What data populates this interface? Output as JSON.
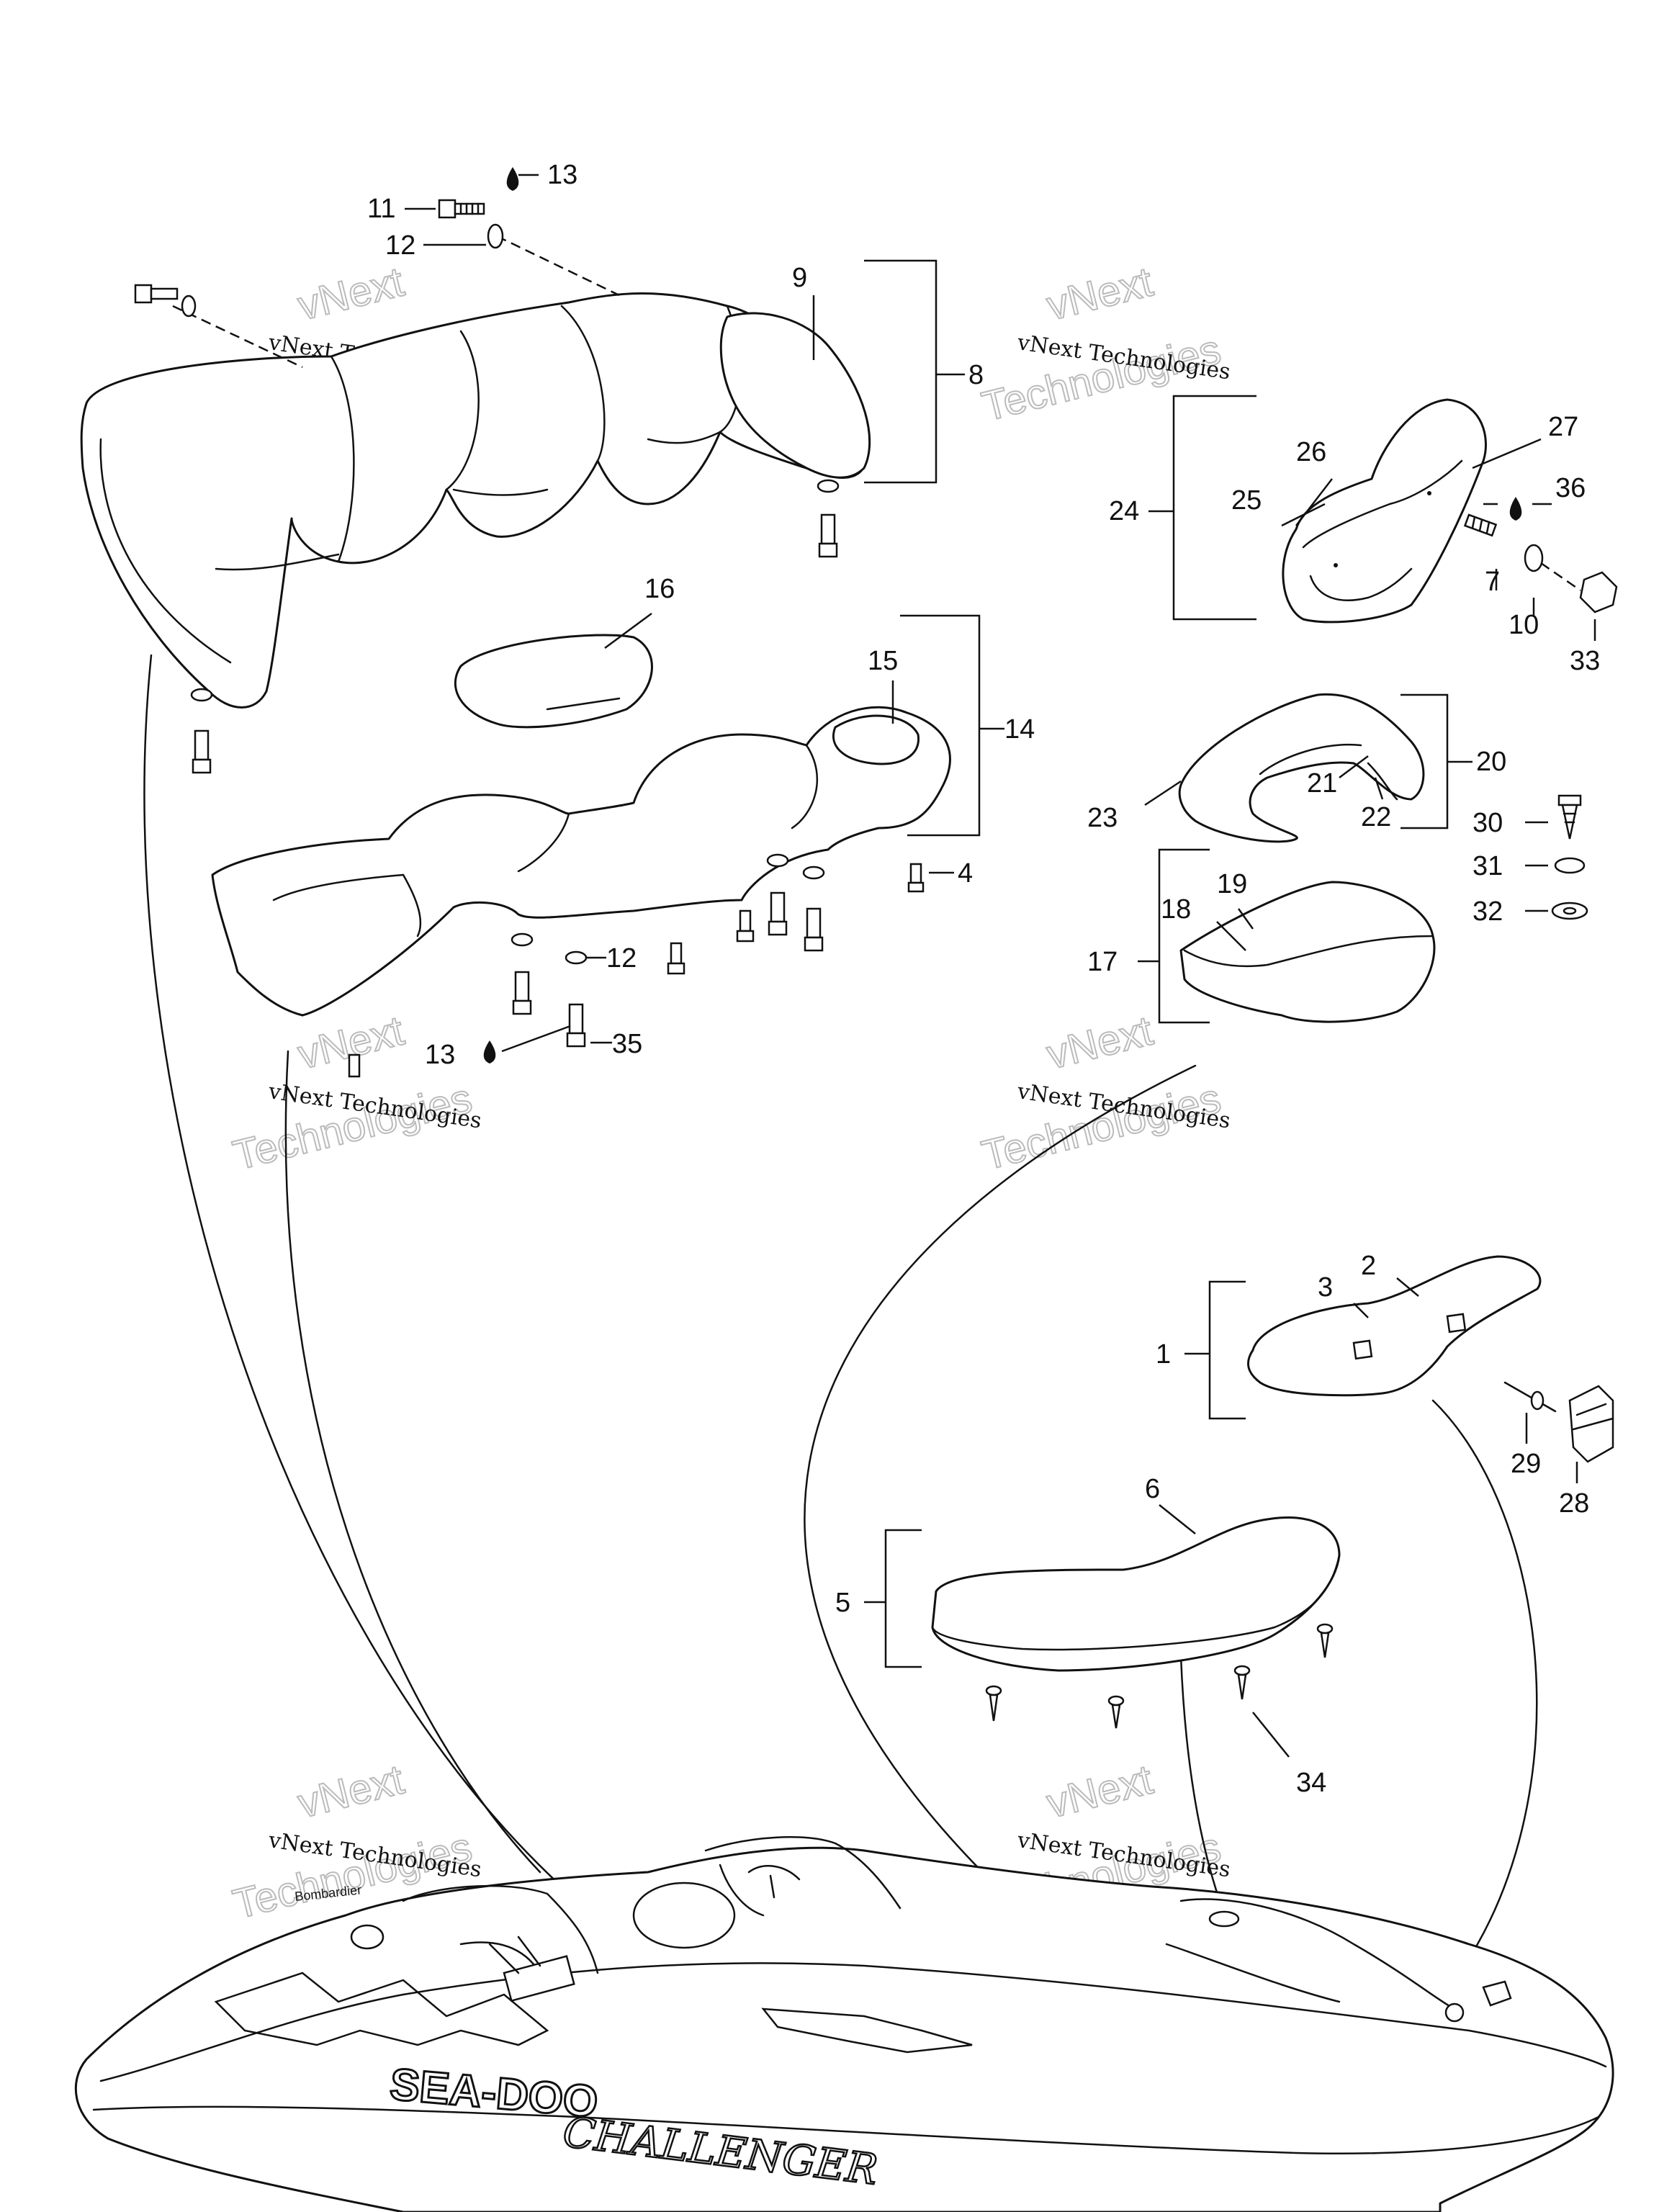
{
  "callouts": {
    "c1": "1",
    "c2": "2",
    "c3": "3",
    "c4": "4",
    "c5": "5",
    "c6": "6",
    "c7": "7",
    "c8": "8",
    "c9": "9",
    "c10": "10",
    "c11": "11",
    "c12": "12",
    "c13": "13",
    "c14": "14",
    "c15": "15",
    "c16": "16",
    "c17": "17",
    "c18": "18",
    "c19": "19",
    "c20": "20",
    "c21": "21",
    "c22": "22",
    "c23": "23",
    "c24": "24",
    "c25": "25",
    "c26": "26",
    "c27": "27",
    "c28": "28",
    "c29": "29",
    "c30": "30",
    "c31": "31",
    "c32": "32",
    "c33": "33",
    "c34": "34",
    "c35": "35",
    "c36": "36"
  },
  "watermark": {
    "line1": "vNext Technologies",
    "line2": "vNext",
    "line3": "Technologies"
  },
  "hull_branding": {
    "logo": "SEA-DOO",
    "model": "CHALLENGER",
    "maker": "Bombardier"
  }
}
